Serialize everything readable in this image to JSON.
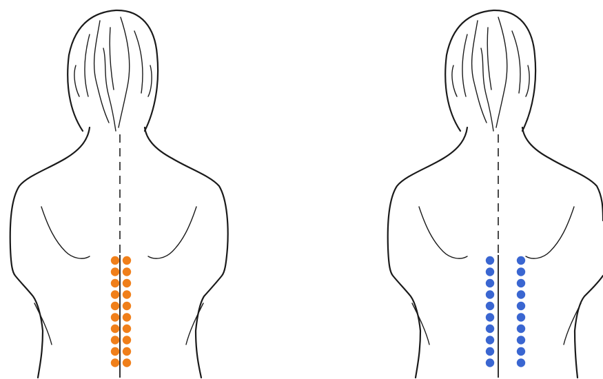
{
  "figures": [
    {
      "id": "left",
      "dot_color": "#f07f1a",
      "dot_columns": 2,
      "dot_rows": 10,
      "dot_arrangement": "paired-along-spine"
    },
    {
      "id": "right",
      "dot_color": "#3a66d1",
      "dot_columns": 2,
      "dot_rows": 10,
      "dot_arrangement": "parallel-either-side-of-spine"
    }
  ]
}
